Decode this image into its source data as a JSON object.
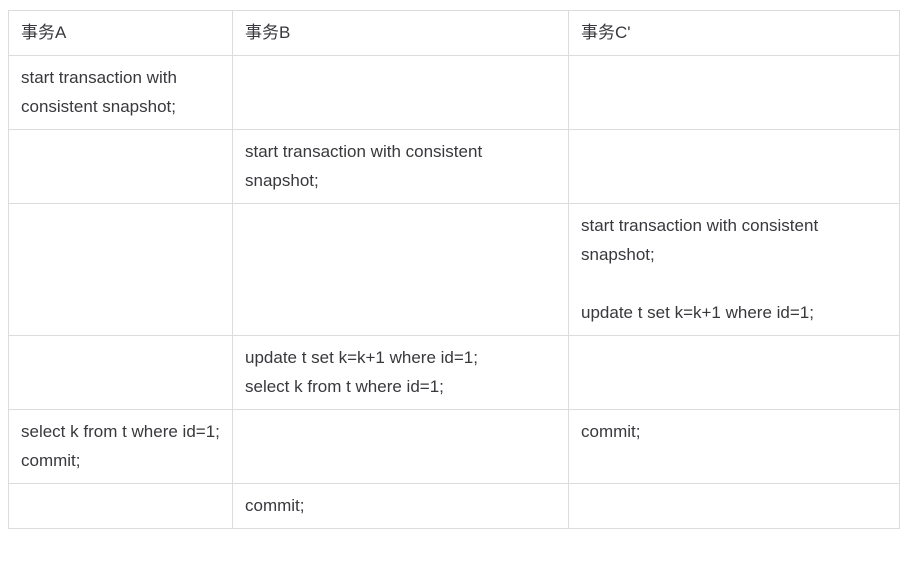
{
  "table": {
    "headers": {
      "a": "事务A",
      "b": "事务B",
      "c": "事务C'"
    },
    "rows": [
      {
        "a": "start transaction with consistent snapshot;",
        "b": "",
        "c": ""
      },
      {
        "a": "",
        "b": "start transaction with consistent snapshot;",
        "c": ""
      },
      {
        "a": "",
        "b": "",
        "c": "start transaction with consistent snapshot;\n\nupdate t set k=k+1 where id=1;"
      },
      {
        "a": "",
        "b": "update t set k=k+1 where id=1;\nselect k from t where id=1;",
        "c": ""
      },
      {
        "a": "select k from t where id=1;\ncommit;",
        "b": "",
        "c": "commit;"
      },
      {
        "a": "",
        "b": "commit;",
        "c": ""
      }
    ]
  },
  "colors": {
    "background": "#ffffff",
    "border": "#dcdce0",
    "text": "#38383d"
  }
}
